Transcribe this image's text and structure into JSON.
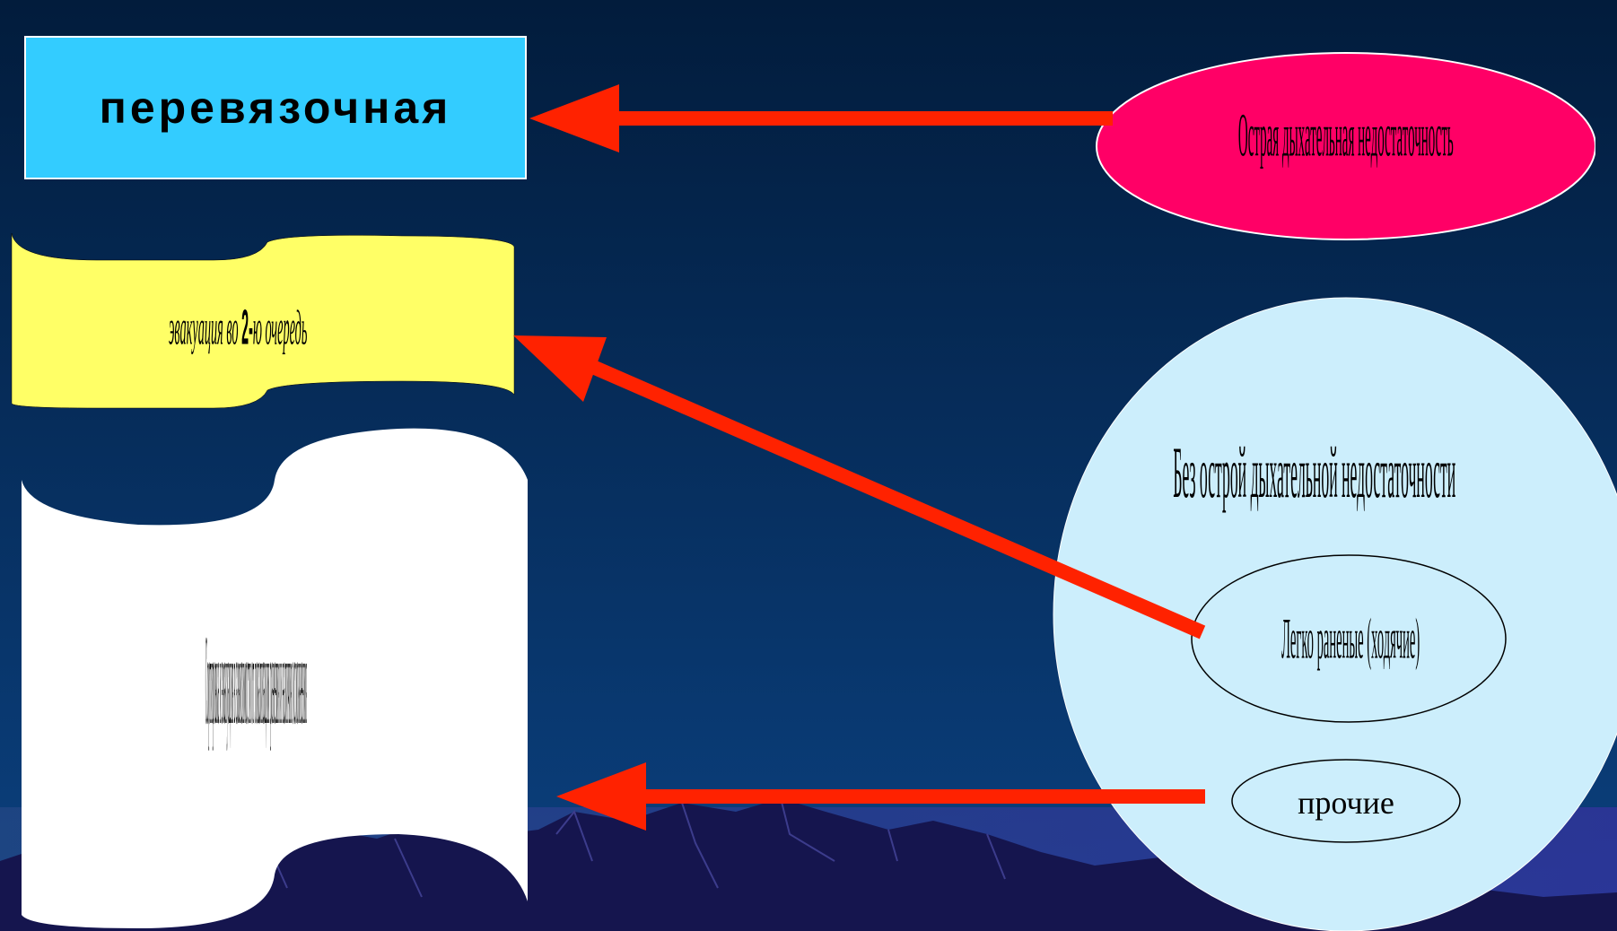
{
  "colors": {
    "bg_top": "#021d3d",
    "bg_bottom": "#0a3a72",
    "mountain": "#151550",
    "mountain_light": "#3a3a8a",
    "cyan": "#33ccff",
    "yellow": "#ffff66",
    "pink": "#ff0066",
    "light_blue": "#cceefc",
    "arrow": "#ff2200"
  },
  "dressing": {
    "label": "перевязочная"
  },
  "acute_failure": {
    "label": "Острая дыхательная недостаточность"
  },
  "evacuation_2": {
    "pre": "эвакуация во ",
    "num": "2-",
    "post": "ю очередь"
  },
  "sorting_scroll": {
    "label": "Сортировка и эвакуация в зависимости от локализации ранения и наличия осложнения"
  },
  "no_acute_failure": {
    "label": "Без острой дыхательной недостаточности"
  },
  "lightly_wounded": {
    "label": "Легко раненые (ходячие)"
  },
  "others": {
    "label": "прочие"
  }
}
